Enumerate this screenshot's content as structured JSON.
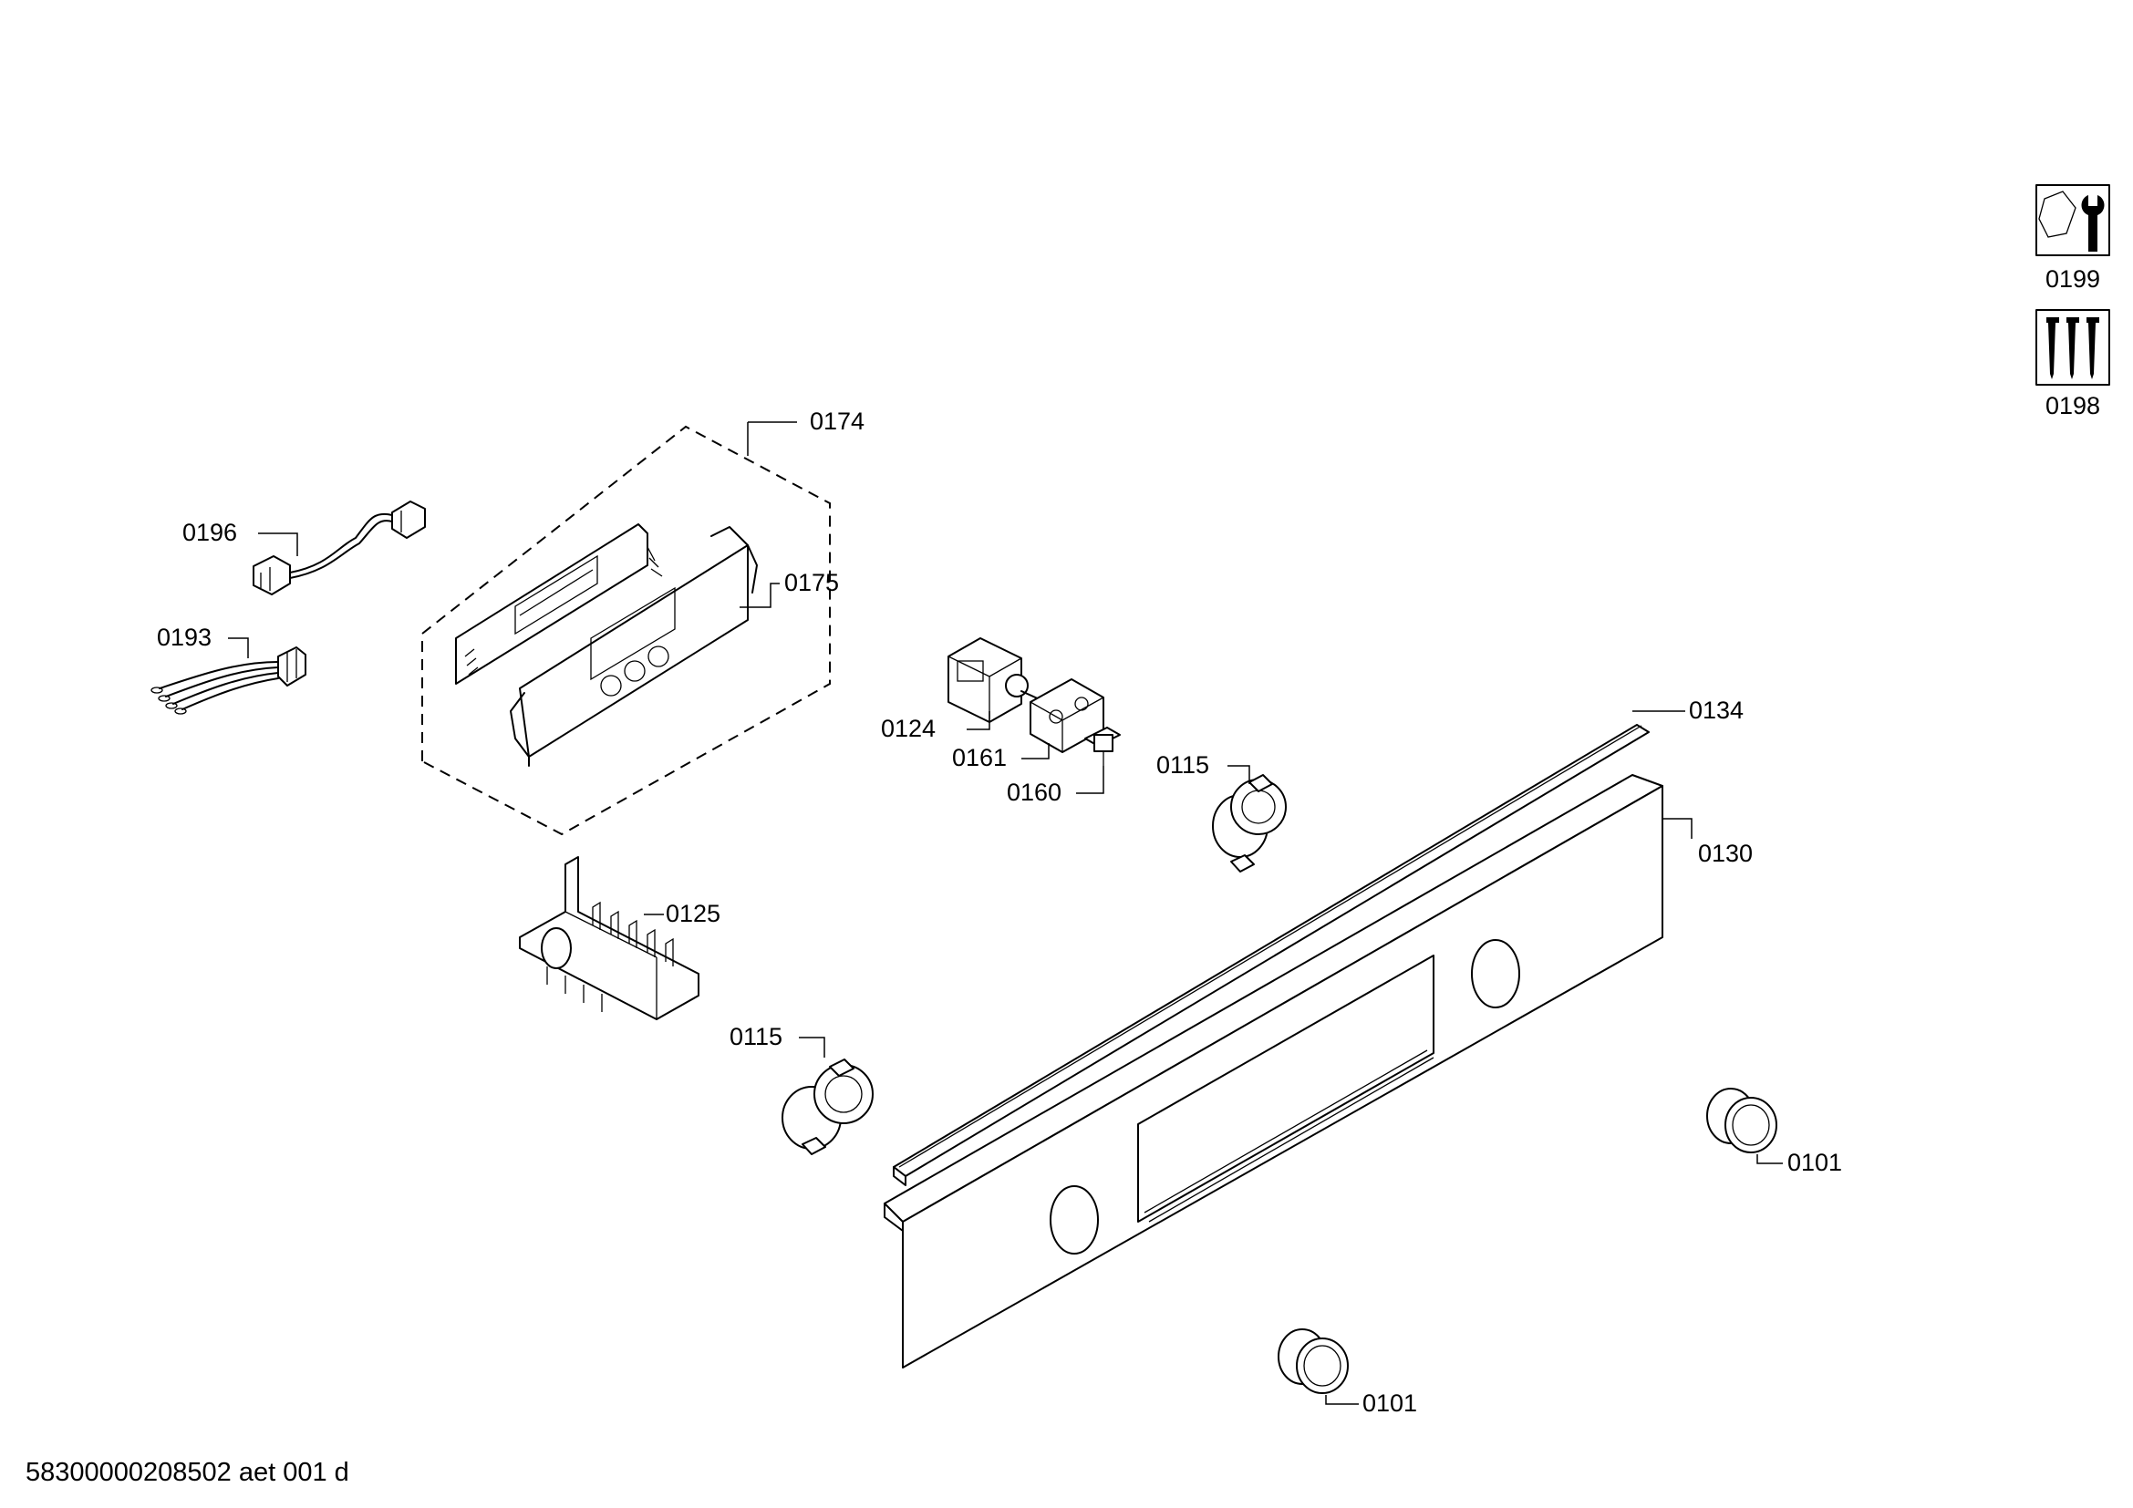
{
  "drawing_id": "58300000208502 aet 001 d",
  "callouts": {
    "c0174": "0174",
    "c0175": "0175",
    "c0196": "0196",
    "c0193": "0193",
    "c0124": "0124",
    "c0161": "0161",
    "c0160": "0160",
    "c0115a": "0115",
    "c0115b": "0115",
    "c0125": "0125",
    "c0134": "0134",
    "c0130": "0130",
    "c0101a": "0101",
    "c0101b": "0101",
    "c0199": "0199",
    "c0198": "0198"
  },
  "icons": {
    "c0199": "tool-kit-icon",
    "c0198": "screw-set-icon"
  }
}
